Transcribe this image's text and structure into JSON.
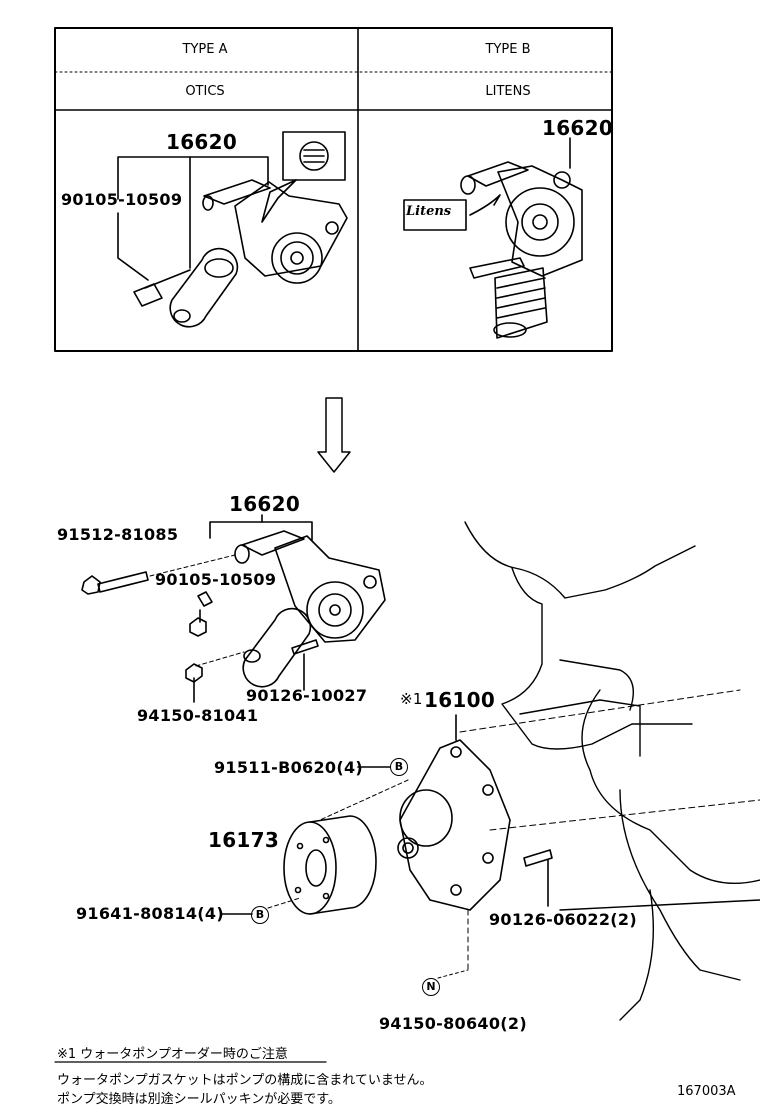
{
  "table": {
    "type_a": "TYPE A",
    "type_b": "TYPE B",
    "brand_a": "OTICS",
    "brand_b": "LITENS"
  },
  "labels": {
    "tensioner_a": "16620",
    "bolt_a": "90105-10509",
    "tensioner_b": "16620",
    "litens_logo": "Litens",
    "tensioner_main": "16620",
    "bolt_long": "91512-81085",
    "bolt_main": "90105-10509",
    "stud_main": "90126-10027",
    "nut_main": "94150-81041",
    "water_pump": "16100",
    "water_pump_mark": "※1",
    "pump_bolt": "91511-B0620(4)",
    "pulley": "16173",
    "pulley_bolt": "91641-80814(4)",
    "pump_stud": "90126-06022(2)",
    "pump_nut": "94150-80640(2)",
    "marker_b1": "B",
    "marker_b2": "B",
    "marker_n": "N"
  },
  "notes": {
    "title": "※1 ウォータポンプオーダー時のご注意",
    "line1": "ウォータポンプガスケットはポンプの構成に含まれていません。",
    "line2": "ポンプ交換時は別途シールパッキンが必要です。"
  },
  "figure_id": "167003A"
}
